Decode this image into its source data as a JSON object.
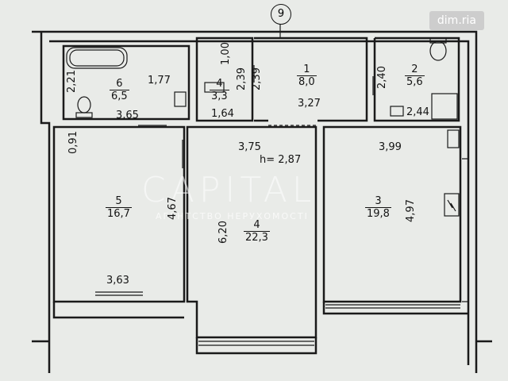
{
  "axis_label": "9",
  "watermark": {
    "brand": "CAPITAL",
    "sub": "АГЕНТСТВО НЕРУХОМОСТІ",
    "badge": "dim.ria"
  },
  "ceiling_height": "h= 2,87",
  "rooms": {
    "r6": {
      "num": "6",
      "area": "6,5"
    },
    "r4s": {
      "num": "4",
      "area": "3,3"
    },
    "r1": {
      "num": "1",
      "area": "8,0"
    },
    "r2": {
      "num": "2",
      "area": "5,6"
    },
    "r5": {
      "num": "5",
      "area": "16,7"
    },
    "r4": {
      "num": "4",
      "area": "22,3"
    },
    "r3": {
      "num": "3",
      "area": "19,8"
    }
  },
  "dims": {
    "d221": "2,21",
    "d177": "1,77",
    "d365": "3,65",
    "d100": "1,00",
    "d239a": "2,39",
    "d239b": "2,39",
    "d164": "1,64",
    "d327": "3,27",
    "d240": "2,40",
    "d244": "2,44",
    "d091": "0,91",
    "d375": "3,75",
    "d399": "3,99",
    "d467": "4,67",
    "d620": "6,20",
    "d497": "4,97",
    "d363": "3,63"
  }
}
